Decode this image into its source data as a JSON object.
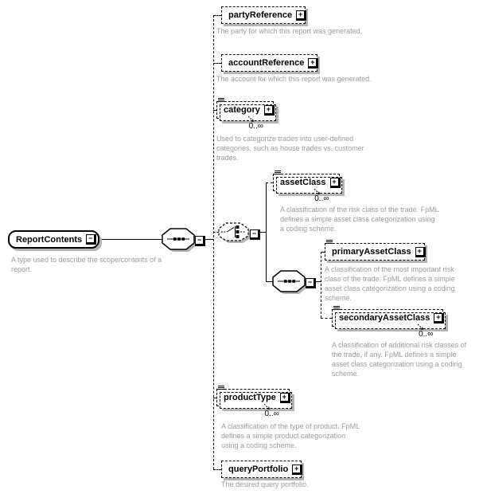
{
  "diagram": {
    "root": {
      "label": "ReportContents",
      "description": "A type used to describe the scope/contents of a report."
    },
    "elements": {
      "partyReference": {
        "label": "partyReference",
        "description": "The party for which this report was generated."
      },
      "accountReference": {
        "label": "accountReference",
        "description": "The account for which this report was generated."
      },
      "category": {
        "label": "category",
        "occurs": "0..∞",
        "description": "Used to categorize trades into user-defined categories, such as house trades vs. customer trades."
      },
      "assetClass": {
        "label": "assetClass",
        "occurs": "0..∞",
        "description": "A classification of the risk class of the trade. FpML defines a simple asset class categorization using a coding scheme."
      },
      "primaryAssetClass": {
        "label": "primaryAssetClass",
        "description": "A classification of the most important risk class of the trade. FpML defines a simple asset class categorization using a coding scheme."
      },
      "secondaryAssetClass": {
        "label": "secondaryAssetClass",
        "occurs": "0..∞",
        "description": "A classification of additional risk classes of the trade, if any. FpML defines a simple asset class categorization using a coding scheme."
      },
      "productType": {
        "label": "productType",
        "occurs": "0..∞",
        "description": "A classification of the type of product. FpML defines a simple product categorization using a coding scheme."
      },
      "queryPortfolio": {
        "label": "queryPortfolio",
        "description": "The desired query portfolio."
      }
    },
    "icons": {
      "expand": "+",
      "collapse": "−"
    },
    "colors": {
      "border": "#000000",
      "shadow": "#b4b4b4",
      "description_text": "#9a9aa2",
      "background": "#ffffff"
    }
  }
}
